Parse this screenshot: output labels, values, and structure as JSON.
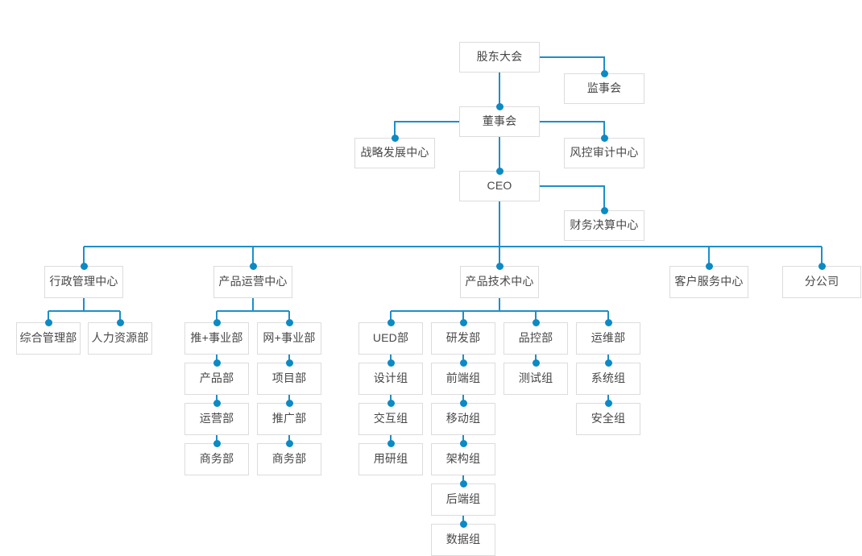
{
  "meta": {
    "title": "公司组织架构图",
    "type": "org-chart",
    "line_color": "#1d8fc9",
    "dot_color": "#0c8ac4",
    "box_border_color": "#dcdcdc",
    "text_color": "#474747",
    "background_color": "#ffffff"
  },
  "nodes": {
    "shareholders_meeting": "股东大会",
    "supervisory_board": "监事会",
    "board_of_directors": "董事会",
    "strategy_center": "战略发展中心",
    "risk_audit_center": "风控审计中心",
    "ceo": "CEO",
    "finance_center": "财务决算中心",
    "admin_center": "行政管理中心",
    "general_admin_dept": "综合管理部",
    "hr_dept": "人力资源部",
    "product_ops_center": "产品运营中心",
    "tui_business_unit": "推+事业部",
    "product_dept": "产品部",
    "operations_dept": "运营部",
    "business_dept_1": "商务部",
    "wang_business_unit": "网+事业部",
    "project_dept": "项目部",
    "promotion_dept": "推广部",
    "business_dept_2": "商务部",
    "product_tech_center": "产品技术中心",
    "ued_dept": "UED部",
    "design_group": "设计组",
    "interaction_group": "交互组",
    "user_research_group": "用研组",
    "rd_dept": "研发部",
    "frontend_group": "前端组",
    "mobile_group": "移动组",
    "architecture_group": "架构组",
    "backend_group": "后端组",
    "data_group": "数据组",
    "qa_dept": "品控部",
    "test_group": "测试组",
    "ops_dept": "运维部",
    "system_group": "系统组",
    "security_group": "安全组",
    "customer_service_center": "客户服务中心",
    "branch_company": "分公司"
  }
}
